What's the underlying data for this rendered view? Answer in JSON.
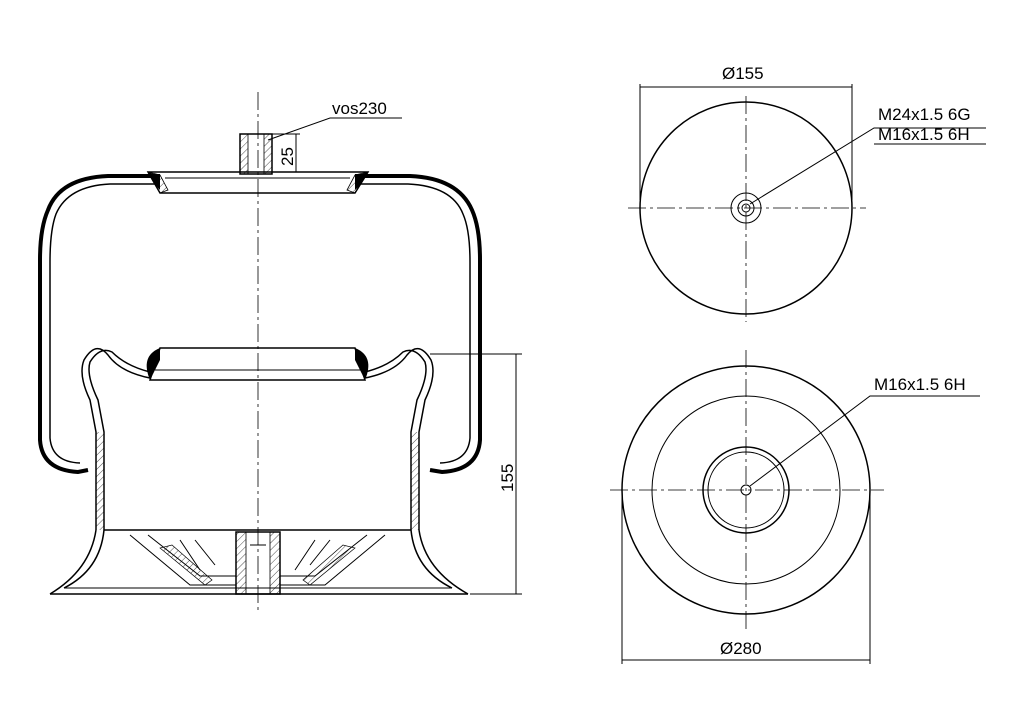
{
  "labels": {
    "vos": "vos230",
    "height_top": "25",
    "height_main": "155",
    "dia_top": "Ø155",
    "dia_bottom": "Ø280",
    "thread_top_1": "M24x1.5 6G",
    "thread_top_2": "M16x1.5 6H",
    "thread_bottom": "M16x1.5 6H"
  }
}
